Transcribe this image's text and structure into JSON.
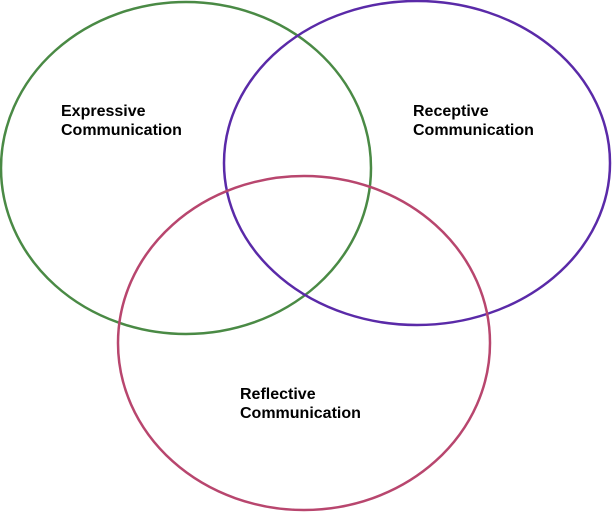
{
  "diagram": {
    "type": "venn",
    "sets": [
      {
        "id": "expressive",
        "line1": "Expressive",
        "line2": "Communication",
        "color": "#4a8a45"
      },
      {
        "id": "receptive",
        "line1": "Receptive",
        "line2": "Communication",
        "color": "#5a2aa8"
      },
      {
        "id": "reflective",
        "line1": "Reflective",
        "line2": "Communication",
        "color": "#b8466e"
      }
    ]
  }
}
